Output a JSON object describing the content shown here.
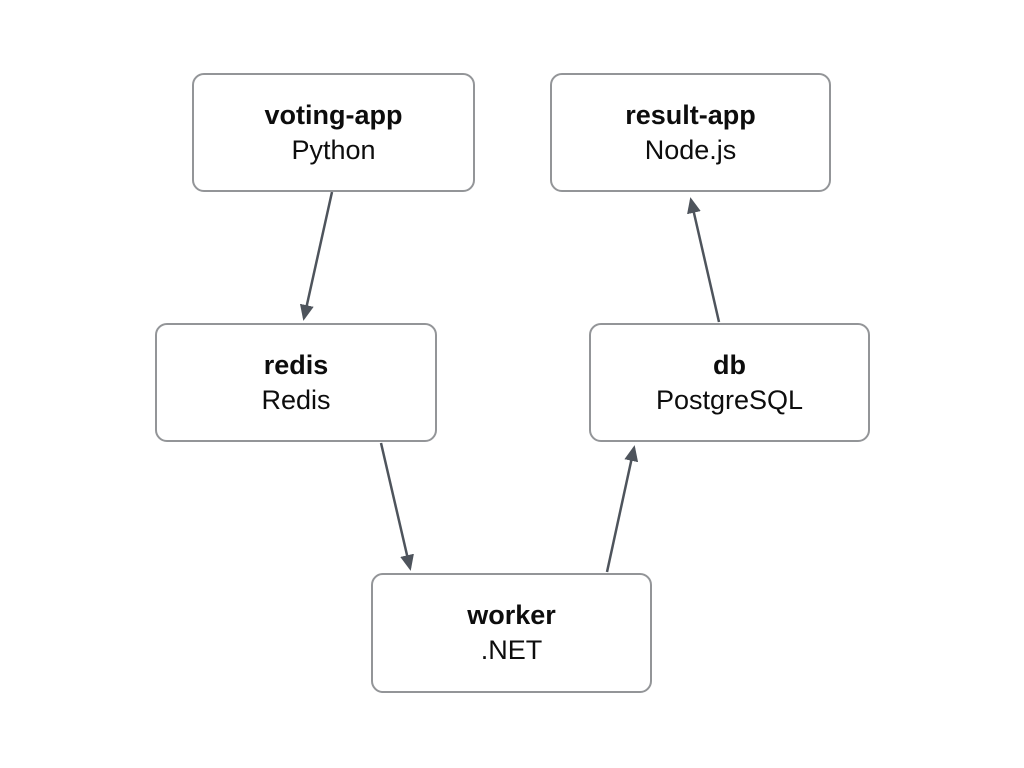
{
  "diagram": {
    "nodes": [
      {
        "id": "voting-app",
        "title": "voting-app",
        "subtitle": "Python"
      },
      {
        "id": "result-app",
        "title": "result-app",
        "subtitle": "Node.js"
      },
      {
        "id": "redis",
        "title": "redis",
        "subtitle": "Redis"
      },
      {
        "id": "db",
        "title": "db",
        "subtitle": "PostgreSQL"
      },
      {
        "id": "worker",
        "title": "worker",
        "subtitle": ".NET"
      }
    ],
    "edges": [
      {
        "from": "voting-app",
        "to": "redis"
      },
      {
        "from": "redis",
        "to": "worker"
      },
      {
        "from": "worker",
        "to": "db"
      },
      {
        "from": "db",
        "to": "result-app"
      }
    ],
    "colors": {
      "background": "#ffffff",
      "node_fill": "#ffffff",
      "node_border": "#939598",
      "node_text": "#0d0d0d",
      "arrow": "#4e545c"
    }
  }
}
